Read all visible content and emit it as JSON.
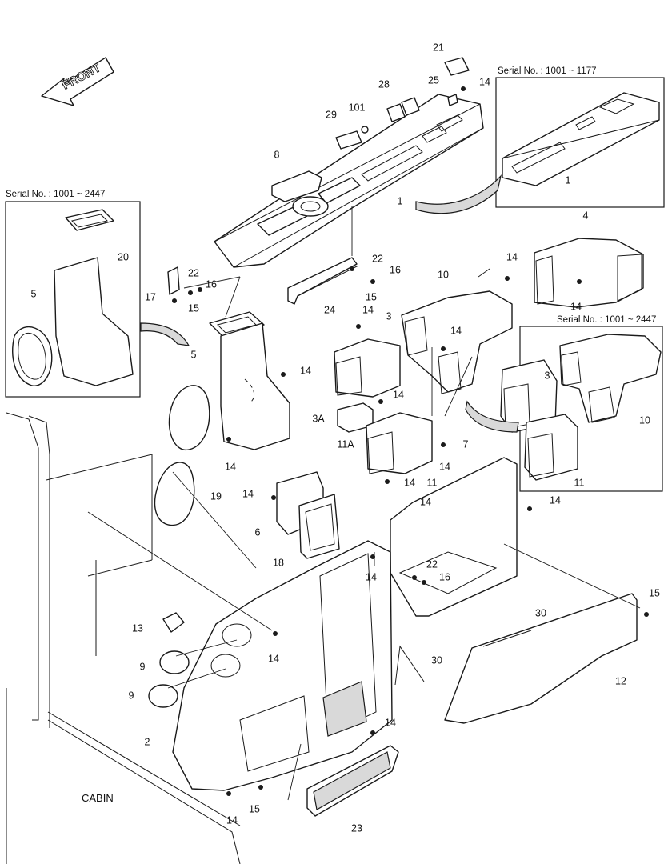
{
  "inset_boxes": [
    {
      "id": "inset-top-right",
      "serial": "Serial No. : 1001 ~ 1177"
    },
    {
      "id": "inset-left",
      "serial": "Serial No. : 1001 ~ 2447"
    },
    {
      "id": "inset-right",
      "serial": "Serial No. : 1001 ~ 2447"
    }
  ],
  "direction_label": "FRONT",
  "area_label": "CABIN",
  "callouts": {
    "c1": "1",
    "c1b": "1",
    "c2": "2",
    "c3": "3",
    "c3b": "3",
    "c3a": "3A",
    "c4": "4",
    "c5": "5",
    "c5b": "5",
    "c6": "6",
    "c7": "7",
    "c8": "8",
    "c9": "9",
    "c9b": "9",
    "c10": "10",
    "c10b": "10",
    "c11": "11",
    "c11b": "11",
    "c11a": "11A",
    "c12": "12",
    "c13": "13",
    "c14a": "14",
    "c14b": "14",
    "c14c": "14",
    "c14d": "14",
    "c14e": "14",
    "c14f": "14",
    "c14g": "14",
    "c14h": "14",
    "c14i": "14",
    "c14j": "14",
    "c14k": "14",
    "c14l": "14",
    "c14m": "14",
    "c14n": "14",
    "c14o": "14",
    "c14p": "14",
    "c14q": "14",
    "c15a": "15",
    "c15b": "15",
    "c15c": "15",
    "c15d": "15",
    "c16a": "16",
    "c16b": "16",
    "c16c": "16",
    "c17": "17",
    "c18": "18",
    "c19": "19",
    "c20": "20",
    "c21": "21",
    "c22a": "22",
    "c22b": "22",
    "c22c": "22",
    "c23": "23",
    "c24": "24",
    "c25": "25",
    "c28": "28",
    "c29": "29",
    "c30a": "30",
    "c30b": "30",
    "c101": "101"
  }
}
